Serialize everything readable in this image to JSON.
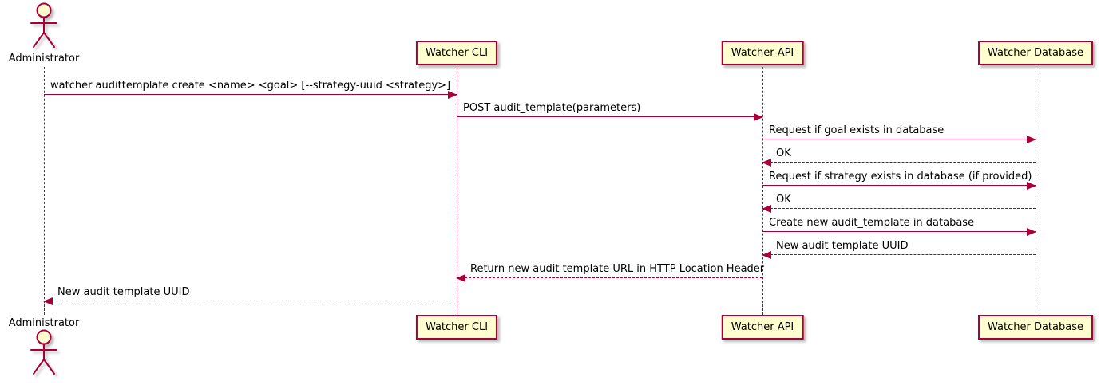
{
  "diagram": {
    "type": "sequence-diagram",
    "actor": {
      "label": "Administrator"
    },
    "participants": [
      {
        "label": "Watcher CLI"
      },
      {
        "label": "Watcher API"
      },
      {
        "label": "Watcher Database"
      }
    ],
    "messages": [
      {
        "from": "Administrator",
        "to": "Watcher CLI",
        "style": "solid",
        "text": "watcher audittemplate create <name> <goal> [--strategy-uuid <strategy>]"
      },
      {
        "from": "Watcher CLI",
        "to": "Watcher API",
        "style": "solid",
        "text": "POST audit_template(parameters)"
      },
      {
        "from": "Watcher API",
        "to": "Watcher Database",
        "style": "solid",
        "text": "Request if goal exists in database"
      },
      {
        "from": "Watcher Database",
        "to": "Watcher API",
        "style": "dashed",
        "text": "OK"
      },
      {
        "from": "Watcher API",
        "to": "Watcher Database",
        "style": "solid",
        "text": "Request if strategy exists in database (if provided)"
      },
      {
        "from": "Watcher Database",
        "to": "Watcher API",
        "style": "dashed",
        "text": "OK"
      },
      {
        "from": "Watcher API",
        "to": "Watcher Database",
        "style": "solid",
        "text": "Create new audit_template in database"
      },
      {
        "from": "Watcher Database",
        "to": "Watcher API",
        "style": "dashed",
        "text": "New audit template UUID"
      },
      {
        "from": "Watcher API",
        "to": "Watcher CLI",
        "style": "dashed",
        "text": "Return new audit template URL in HTTP Location Header"
      },
      {
        "from": "Watcher CLI",
        "to": "Administrator",
        "style": "dashed",
        "text": "New audit template UUID"
      }
    ],
    "colors": {
      "line": "#A80036",
      "participant_fill": "#FEFECE",
      "text": "#000000"
    }
  }
}
